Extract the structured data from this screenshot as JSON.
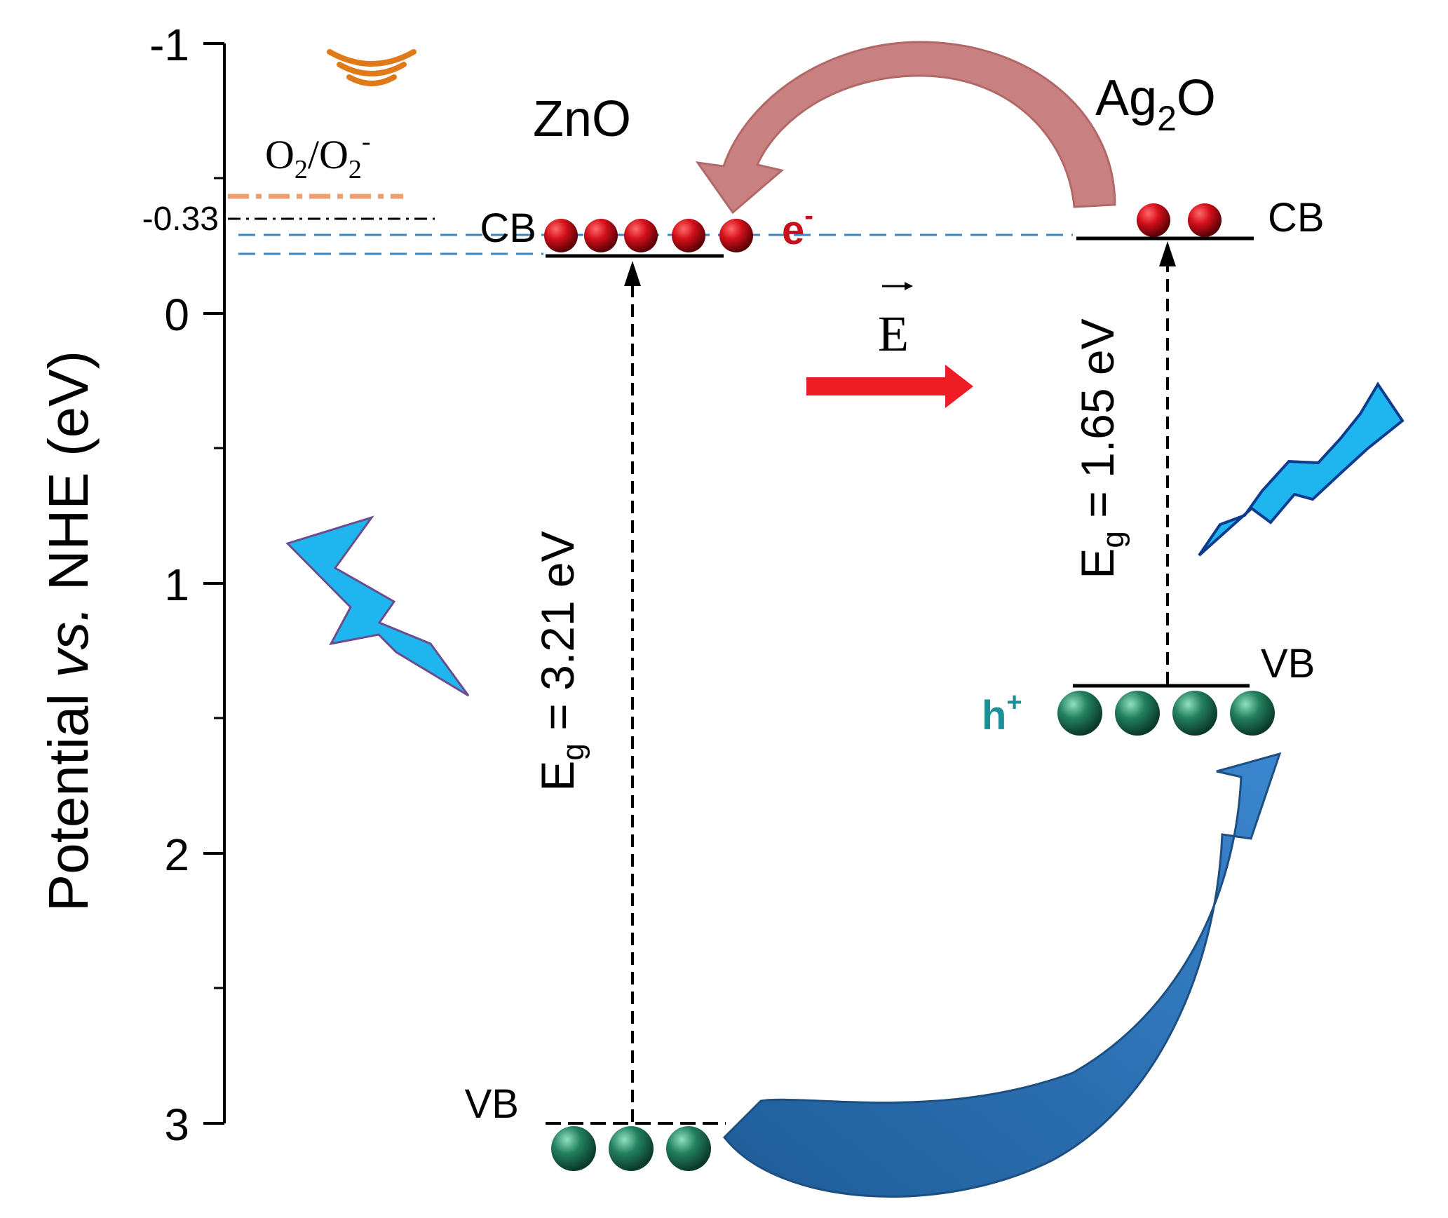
{
  "axis": {
    "label_prefix": "Potential ",
    "label_italic": "vs.",
    "label_suffix": " NHE (eV)",
    "ticks": [
      "-1",
      "0",
      "1",
      "2",
      "3"
    ],
    "special_tick": "-0.33"
  },
  "redox": {
    "couple": "O",
    "sub1": "2",
    "slash": "/O",
    "sub2": "2",
    "sup": "-"
  },
  "zno": {
    "name": "ZnO",
    "cb_label": "CB",
    "vb_label": "VB",
    "eg_prefix": "E",
    "eg_sub": "g",
    "eg_value": " = 3.21 eV"
  },
  "ag2o": {
    "name_prefix": "Ag",
    "name_sub": "2",
    "name_suffix": "O",
    "cb_label": "CB",
    "vb_label": "VB",
    "eg_prefix": "E",
    "eg_sub": "g",
    "eg_value": " = 1.65 eV"
  },
  "carriers": {
    "electron": "e",
    "electron_sup": "-",
    "hole": "h",
    "hole_sup": "+"
  },
  "field": {
    "label": "E"
  },
  "colors": {
    "electron": "#c8101a",
    "hole": "#1f7a5a",
    "electron_arrow": "#c98080",
    "hole_arrow": "#2c6fb0",
    "field_arrow": "#ee1c24",
    "lightning": "#1fb6ef",
    "dashed_blue": "#3a86c6",
    "redox_orange": "#f0a070",
    "waves": "#e07a18"
  }
}
